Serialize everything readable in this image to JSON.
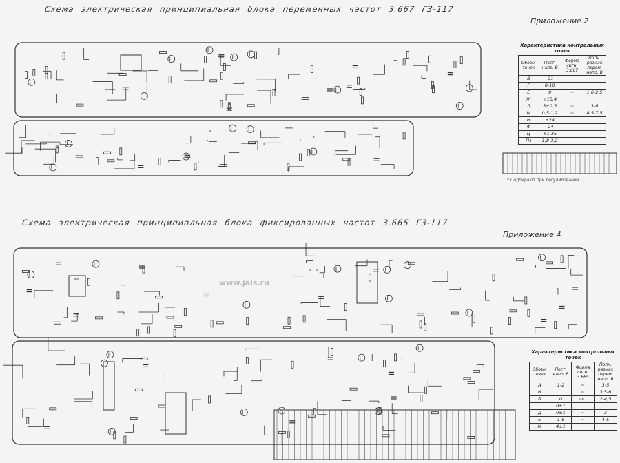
{
  "top_scheme": {
    "title": "Схема электрическая принципиальная блока переменных частот 3.667 Г3-117",
    "appendix": "Приложение 2",
    "table": {
      "caption": "Характеристика контрольных точек",
      "headers": [
        "Обозн. точек",
        "Пост. напр. В",
        "Форма сигн. 3.667",
        "Полн. размах перем. напр. В"
      ],
      "rows": [
        [
          "В",
          "-21",
          "",
          ""
        ],
        [
          "Г",
          "0-10",
          "",
          ""
        ],
        [
          "Е",
          "0",
          "~",
          "1,6-2,5"
        ],
        [
          "Ж",
          "+15,4",
          "",
          ""
        ],
        [
          "Л",
          "3±0,5",
          "~",
          "3-6"
        ],
        [
          "М",
          "0,5-1,2",
          "~",
          "4,5-7,5"
        ],
        [
          "Н",
          "+24",
          "",
          ""
        ],
        [
          "Ф",
          "-24",
          "",
          ""
        ],
        [
          "Ц",
          "+1,35",
          "",
          ""
        ],
        [
          "Пз",
          "1,8-3,2",
          "",
          ""
        ]
      ],
      "note": "* Подбирают при регулировании"
    }
  },
  "bottom_scheme": {
    "title": "Схема электрическая принципиальная блока фиксированных частот 3.665 Г3-117",
    "appendix": "Приложение 4",
    "table": {
      "caption": "Характеристика контрольных точек",
      "headers": [
        "Обозн. точек",
        "Пост. напр. В",
        "Форма сигн. 3.665",
        "Полн. размах перем. напр. В"
      ],
      "rows": [
        [
          "А",
          "1-2",
          "~",
          "3-5"
        ],
        [
          "И",
          "",
          "~",
          "3,5-6"
        ],
        [
          "Б",
          "0",
          "⊓⊔",
          "2-4,5"
        ],
        [
          "Г",
          "0±1",
          "",
          ""
        ],
        [
          "Д",
          "0±1",
          "~",
          "3"
        ],
        [
          "Е",
          "1-8",
          "~",
          "4-5"
        ],
        [
          "М",
          "4±1",
          "",
          ""
        ]
      ]
    }
  },
  "watermark": "www.jals.ru"
}
